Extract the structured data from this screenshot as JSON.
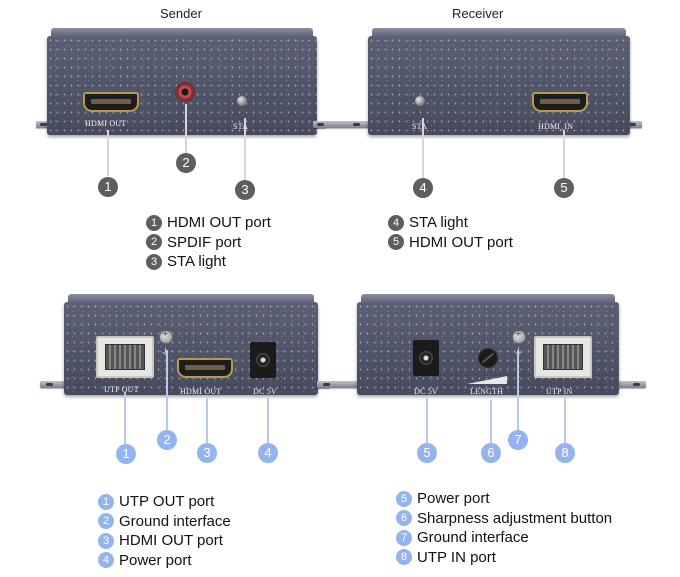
{
  "titles": {
    "sender": "Sender",
    "receiver": "Receiver"
  },
  "port_labels": {
    "sender_hdmi": "HDMI OUT",
    "sender_sta": "STA",
    "receiver_sta": "STA",
    "receiver_hdmi": "HDMI_IN",
    "back_utp_out": "UTP OUT",
    "back_hdmi_out": "HDMI OUT",
    "back_dc_sender": "DC 5V",
    "back_dc_receiver": "DC 5V",
    "back_length": "LENGTH",
    "back_utp_in": "UTP  IN"
  },
  "numbers": {
    "n1": "1",
    "n2": "2",
    "n3": "3",
    "n4": "4",
    "n5": "5",
    "n6": "6",
    "n7": "7",
    "n8": "8"
  },
  "legend_top_left": [
    {
      "num": "1",
      "text": "HDMI OUT port"
    },
    {
      "num": "2",
      "text": "SPDIF port"
    },
    {
      "num": "3",
      "text": "STA light"
    }
  ],
  "legend_top_right": [
    {
      "num": "4",
      "text": "STA light"
    },
    {
      "num": "5",
      "text": "HDMI OUT port"
    }
  ],
  "legend_bottom_left": [
    {
      "num": "1",
      "text": "UTP OUT port"
    },
    {
      "num": "2",
      "text": "Ground interface"
    },
    {
      "num": "3",
      "text": "HDMI OUT port"
    },
    {
      "num": "4",
      "text": "Power port"
    }
  ],
  "legend_bottom_right": [
    {
      "num": "5",
      "text": "Power port"
    },
    {
      "num": "6",
      "text": "Sharpness adjustment button"
    },
    {
      "num": "7",
      "text": "Ground interface"
    },
    {
      "num": "8",
      "text": "UTP IN port"
    }
  ],
  "colors": {
    "gray_marker": "#5e5e5e",
    "blue_marker": "#93b4ee",
    "device_body": "#4a4f63"
  }
}
